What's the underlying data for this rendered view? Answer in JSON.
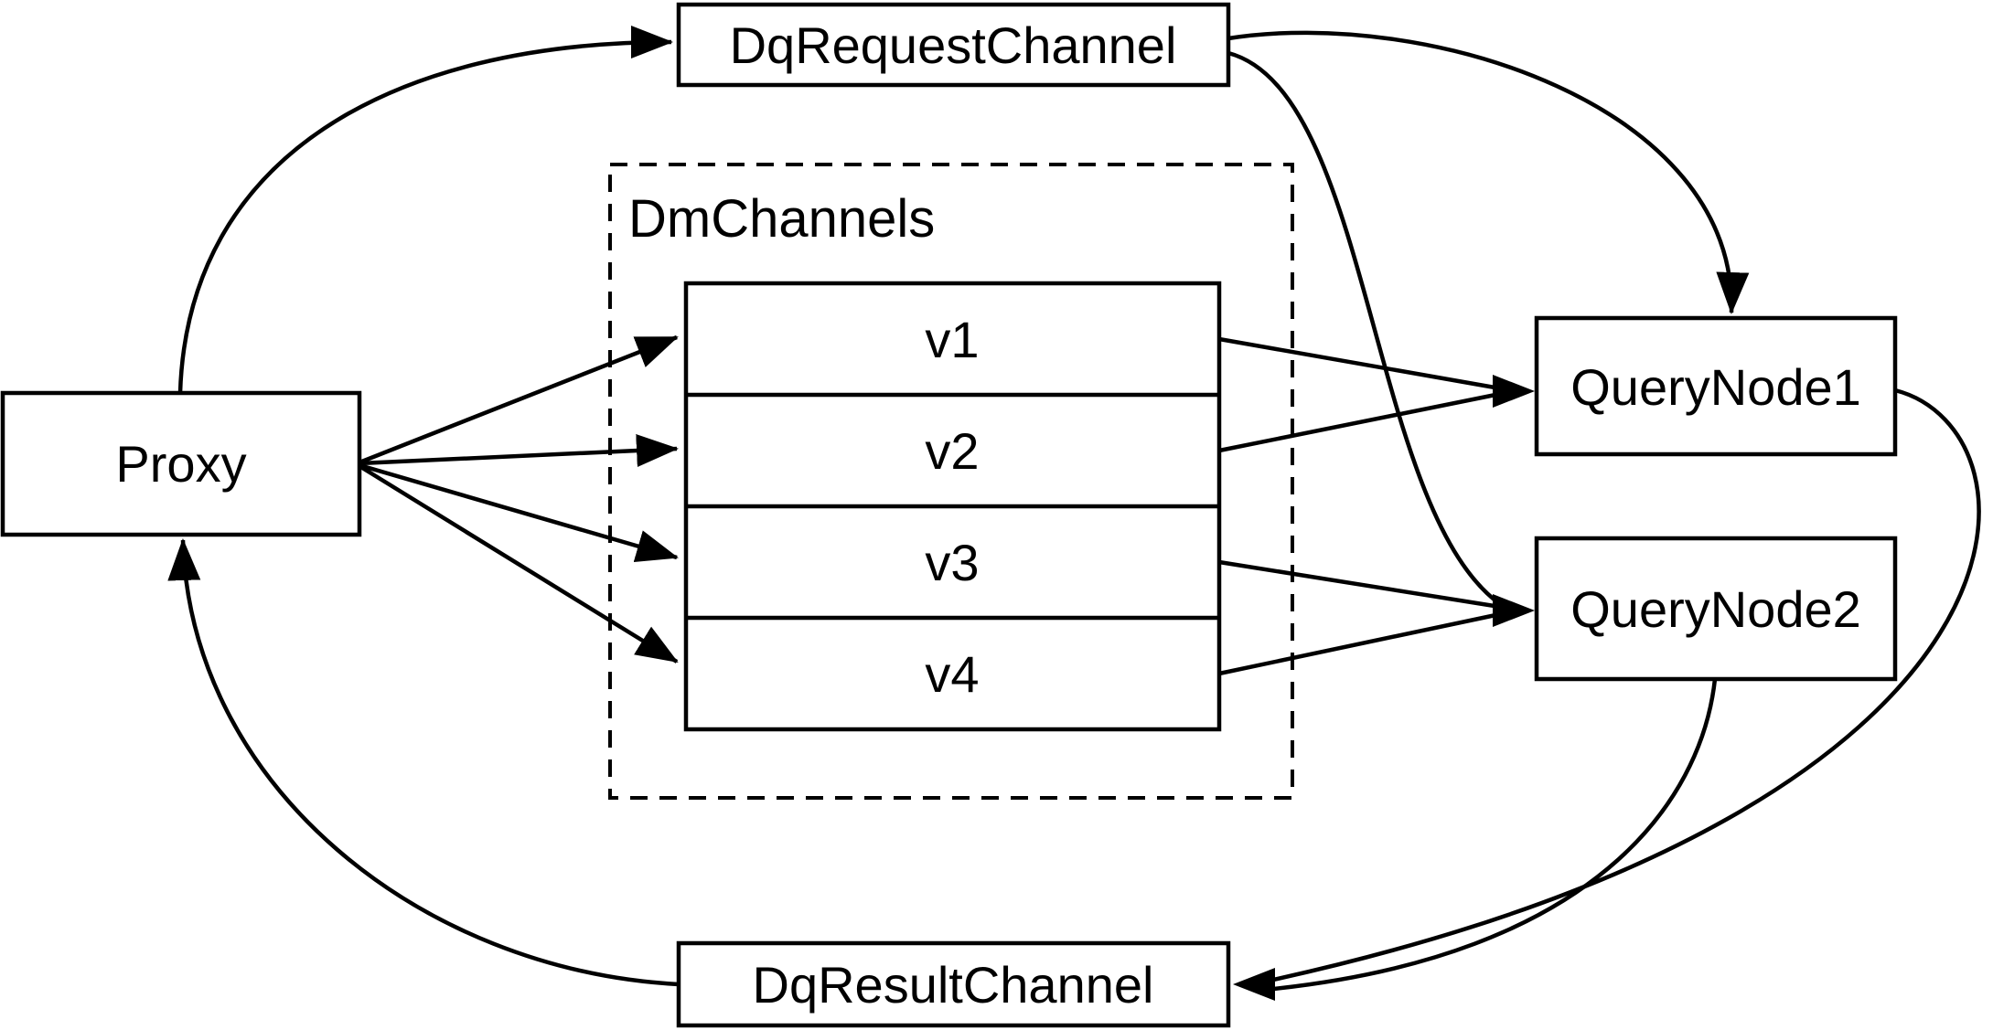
{
  "diagram": {
    "nodes": {
      "proxy": {
        "label": "Proxy"
      },
      "dq_request_channel": {
        "label": "DqRequestChannel"
      },
      "dm_channels_group": {
        "label": "DmChannels"
      },
      "channels": [
        {
          "label": "v1"
        },
        {
          "label": "v2"
        },
        {
          "label": "v3"
        },
        {
          "label": "v4"
        }
      ],
      "query_node_1": {
        "label": "QueryNode1"
      },
      "query_node_2": {
        "label": "QueryNode2"
      },
      "dq_result_channel": {
        "label": "DqResultChannel"
      }
    },
    "edges": [
      {
        "from": "Proxy",
        "to": "DqRequestChannel"
      },
      {
        "from": "Proxy",
        "to": "v1"
      },
      {
        "from": "Proxy",
        "to": "v2"
      },
      {
        "from": "Proxy",
        "to": "v3"
      },
      {
        "from": "Proxy",
        "to": "v4"
      },
      {
        "from": "v1",
        "to": "QueryNode1"
      },
      {
        "from": "v2",
        "to": "QueryNode1"
      },
      {
        "from": "v3",
        "to": "QueryNode2"
      },
      {
        "from": "v4",
        "to": "QueryNode2"
      },
      {
        "from": "DqRequestChannel",
        "to": "QueryNode1"
      },
      {
        "from": "DqRequestChannel",
        "to": "QueryNode2"
      },
      {
        "from": "QueryNode1",
        "to": "DqResultChannel"
      },
      {
        "from": "QueryNode2",
        "to": "DqResultChannel"
      },
      {
        "from": "DqResultChannel",
        "to": "Proxy"
      }
    ],
    "colors": {
      "stroke": "#000000",
      "background": "#ffffff"
    }
  }
}
